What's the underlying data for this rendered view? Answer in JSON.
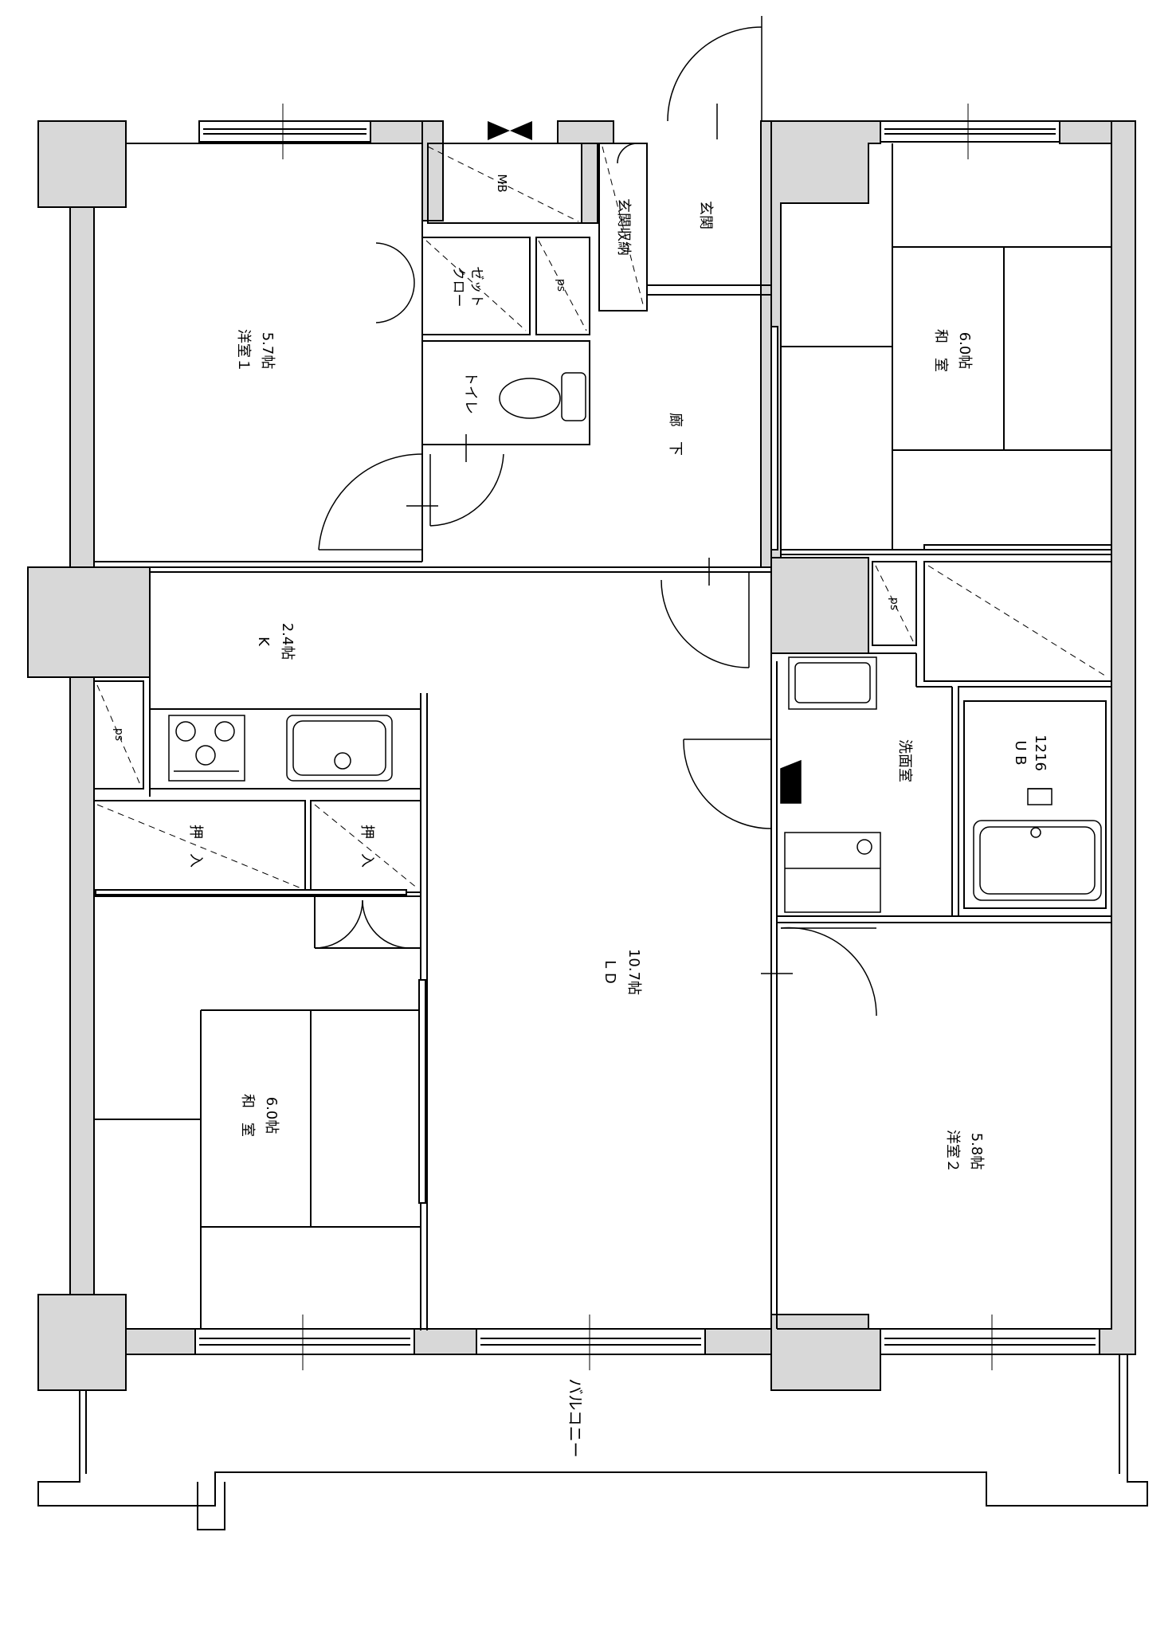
{
  "colors": {
    "wall": "#d8d8d8",
    "line": "#000000",
    "background": "#ffffff"
  },
  "rooms": {
    "western1": {
      "name": "洋室１",
      "size": "5.7帖"
    },
    "western2": {
      "name": "洋室２",
      "size": "5.8帖"
    },
    "japanese_ne": {
      "name": "和　室",
      "size": "6.0帖"
    },
    "japanese_sw": {
      "name": "和　室",
      "size": "6.0帖"
    },
    "kitchen": {
      "name": "K",
      "size": "2.4帖"
    },
    "living_dining": {
      "name": "L D",
      "size": "10.7帖"
    },
    "hall": "廊　下",
    "entrance": "玄関",
    "entrance_storage": "玄関収納",
    "closet": "クロー\nゼット",
    "toilet": "トイレ",
    "washroom": "洗面室",
    "unit_bath": {
      "name": "U B",
      "code": "1216"
    },
    "meter_box": "MB",
    "ps": "ps",
    "oshiire": "押　入",
    "balcony": "バルコニー"
  },
  "icons": [
    "door-swing-icon",
    "sink-icon",
    "stove-icon",
    "toilet-icon",
    "bathtub-icon",
    "washer-pan-icon",
    "valve-icon",
    "window-icon"
  ]
}
